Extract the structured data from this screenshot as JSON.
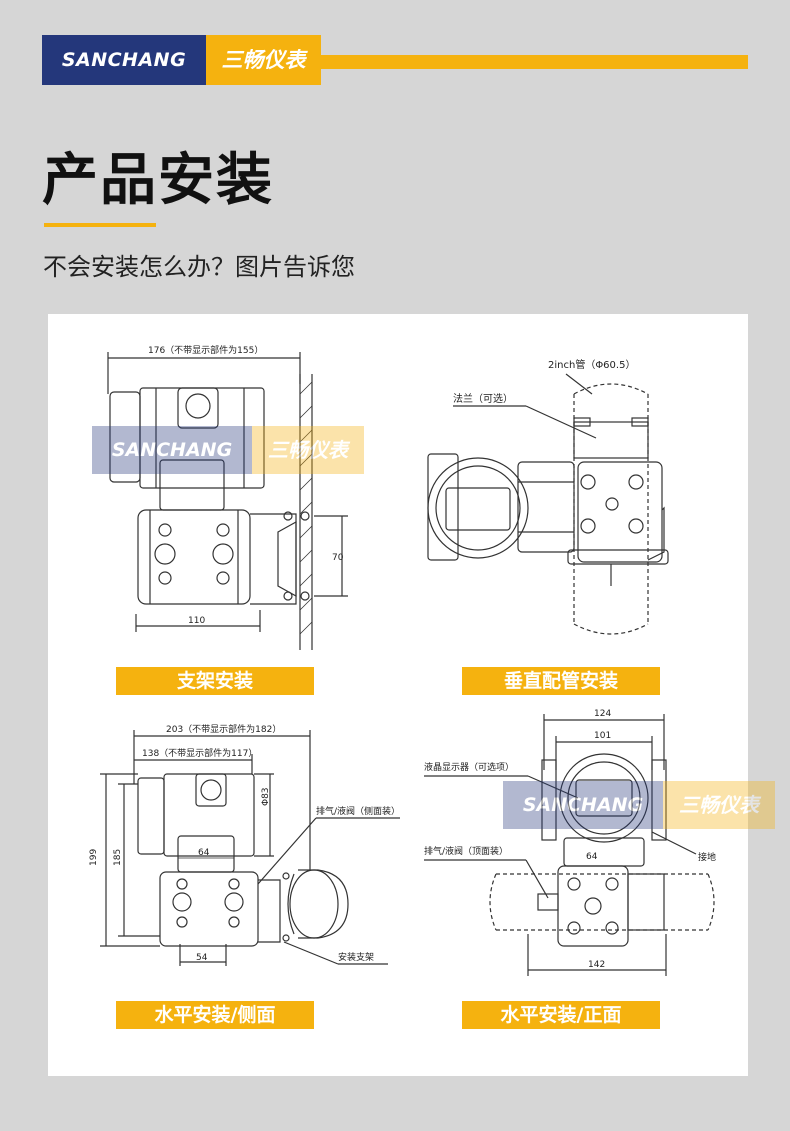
{
  "brand": {
    "en": "SANCHANG",
    "cn": "三畅仪表"
  },
  "title": "产品安装",
  "subtitle": "不会安装怎么办？图片告诉您",
  "colors": {
    "navy": "#24377b",
    "gold": "#f5b20f",
    "background": "#d6d6d6"
  },
  "sections": [
    {
      "label": "支架安装"
    },
    {
      "label": "垂直配管安装"
    },
    {
      "label": "水平安装/侧面"
    },
    {
      "label": "水平安装/正面"
    }
  ],
  "diagrams": {
    "bracket": {
      "dim_width": "176（不带显示部件为155）",
      "dim_70": "70",
      "dim_110": "110"
    },
    "vertical": {
      "pipe": "2inch管（Φ60.5）",
      "flange": "法兰（可选）"
    },
    "side": {
      "dim_203": "203（不带显示部件为182）",
      "dim_138": "138（不带显示部件为117）",
      "dim_199": "199",
      "dim_185": "185",
      "dim_83": "Φ83",
      "dim_64": "64",
      "dim_54": "54",
      "vent_side": "排气/液阀（侧面装）",
      "bracket": "安装支架"
    },
    "front": {
      "dim_124": "124",
      "dim_101": "101",
      "dim_64": "64",
      "dim_142": "142",
      "lcd": "液晶显示器（可选项）",
      "vent_top": "排气/液阀（顶面装）",
      "ground": "接地"
    }
  }
}
